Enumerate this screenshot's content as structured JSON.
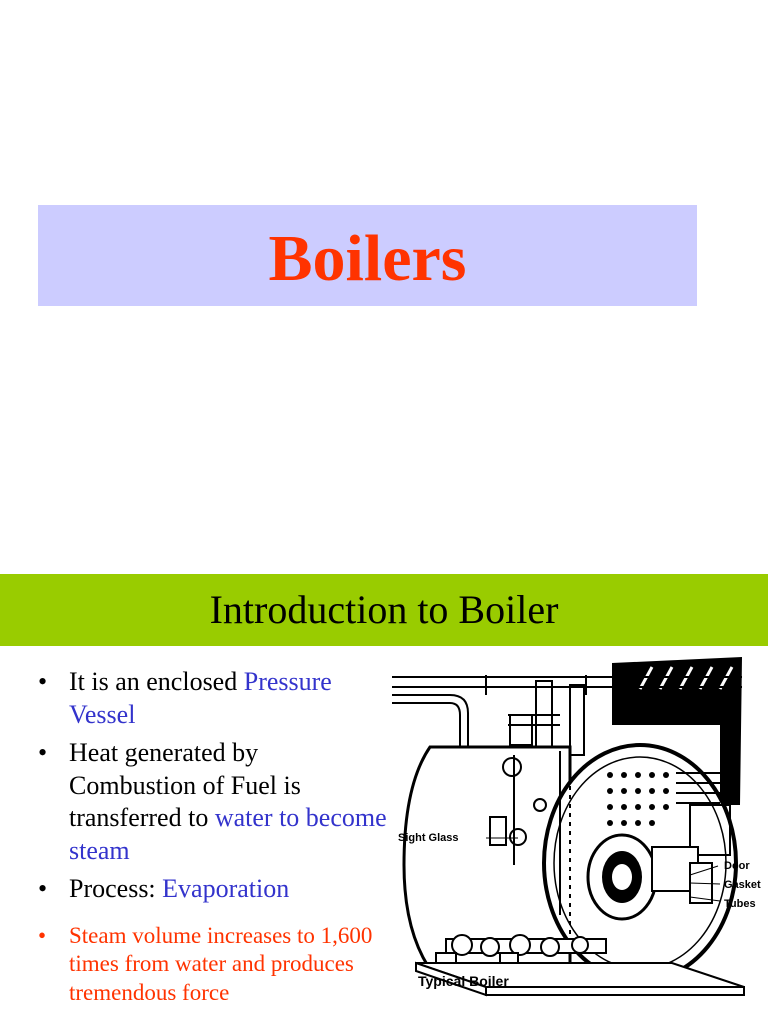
{
  "slide1": {
    "title": "Boilers"
  },
  "slide2": {
    "heading": "Introduction to Boiler",
    "bullets": [
      {
        "pre": "It is an enclosed ",
        "hl": "Pressure Vessel"
      },
      {
        "pre": "Heat generated by Combustion of Fuel is transferred to ",
        "hl": "water to become steam"
      },
      {
        "pre": "Process: ",
        "hl": "Evaporation"
      },
      {
        "text": "Steam  volume increases to 1,600 times from water and produces tremendous  force"
      }
    ],
    "bullet_glyph": "•",
    "figure": {
      "labels": {
        "sight_glass": "Sight Glass",
        "door": "Door",
        "gasket": "Gasket",
        "tubes": "Tubes",
        "caption": "Typical Boiler"
      }
    }
  },
  "colors": {
    "title_band": "#ccccff",
    "title_text": "#ff3300",
    "green_band": "#99cc00",
    "highlight": "#3333cc",
    "red_text": "#ff3300"
  }
}
